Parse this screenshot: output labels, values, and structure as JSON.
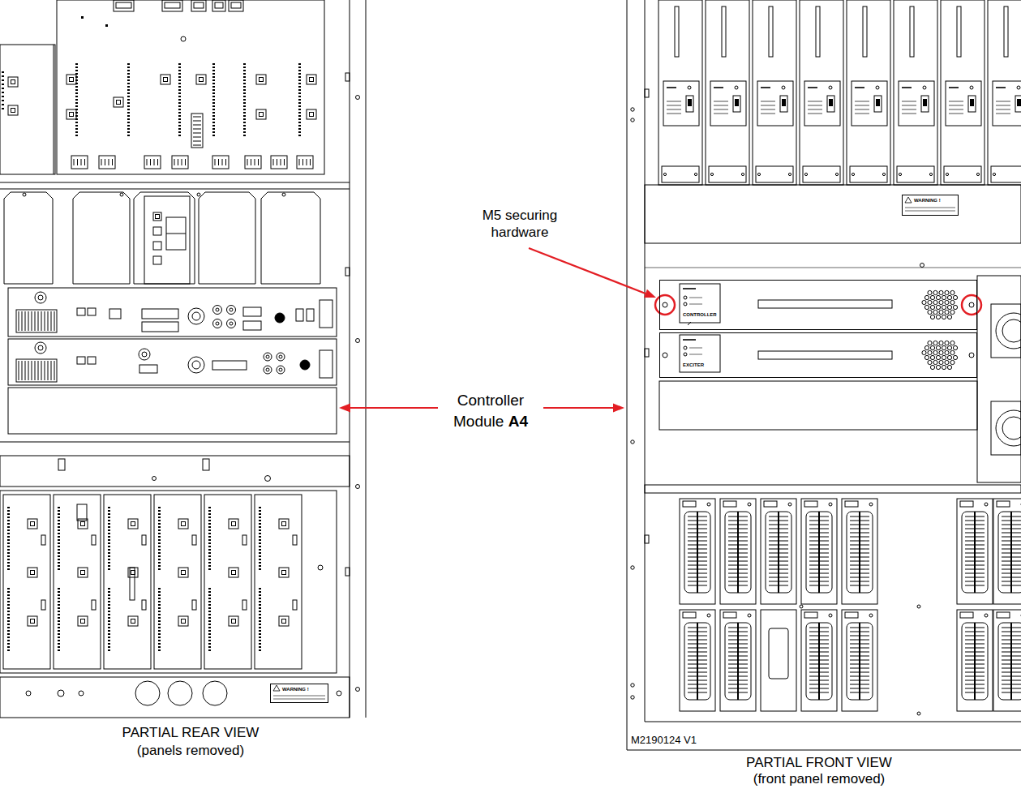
{
  "diagram": {
    "nodes": [
      {
        "text": [
          "WARNING !"
        ]
      },
      {
        "text": [
          "CONTROLLER"
        ]
      },
      {
        "text": [
          "EXCITER"
        ]
      },
      {
        "text": [
          "WARNING !"
        ]
      }
    ],
    "labels": [
      "M5 securing hardware",
      "Controller Module",
      "A4",
      "PARTIAL REAR VIEW (panels removed)",
      "M2190124 V1",
      "PARTIAL FRONT VIEW (front panel removed)"
    ]
  }
}
